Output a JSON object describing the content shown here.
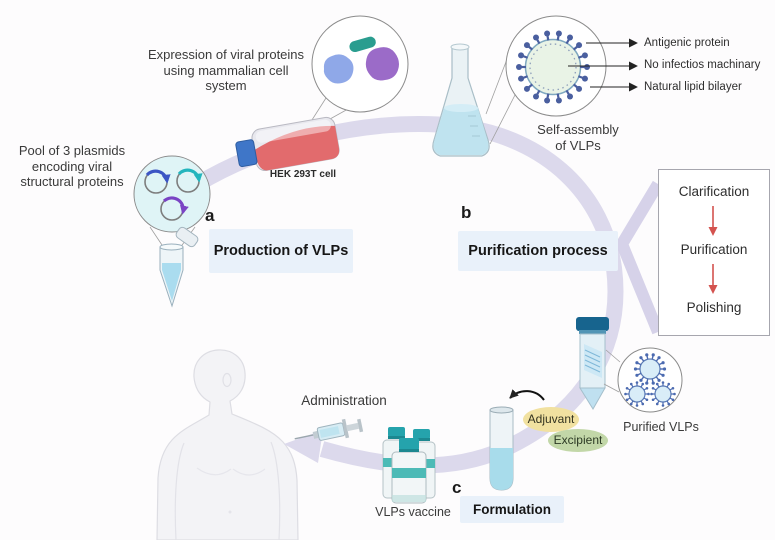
{
  "stages": {
    "a": {
      "letter": "a",
      "title": "Production of VLPs"
    },
    "b": {
      "letter": "b",
      "title": "Purification process"
    },
    "c": {
      "letter": "c",
      "title": "Formulation"
    }
  },
  "captions": {
    "expression": "Expression of viral proteins\nusing mammalian cell\nsystem",
    "plasmid_pool": "Pool of 3 plasmids\nencoding viral\nstructural proteins",
    "hek_cell": "HEK 293T cell",
    "self_assembly": "Self-assembly\nof VLPs",
    "purified_vlps": "Purified VLPs",
    "vlps_vaccine": "VLPs vaccine",
    "administration": "Administration"
  },
  "vlp_annotations": [
    "Antigenic protein",
    "No infectios machinary",
    "Natural lipid bilayer"
  ],
  "purification_steps": [
    "Clarification",
    "Purification",
    "Polishing"
  ],
  "formulation_tags": {
    "adjuvant": "Adjuvant",
    "excipient": "Excipient"
  },
  "colors": {
    "ring": "#dcd9ec",
    "chevron": "#d6d2e9",
    "stage_box_bg": "#e9f1fa",
    "step_arrow_red": "#d4534f",
    "adjuvant_bg": "#f1e1a0",
    "excipient_bg": "#c2d7a8",
    "accent_teal": "#2aa7ad",
    "flask_medium_red": "#e26b6d",
    "cap_blue": "#3f76c8",
    "liquid_blue": "#bfe3ef",
    "falcon_cap_blue": "#17648e",
    "vlp_spike_blue": "#4a5f9f"
  }
}
